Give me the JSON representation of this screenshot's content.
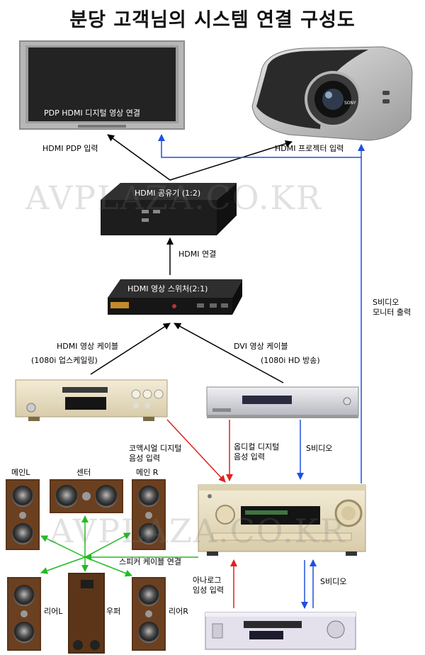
{
  "title": "분당 고객님의 시스템 연결 구성도",
  "watermark": "AVPLAZA.CO.KR",
  "devices": {
    "pdp_label": "PDP HDMI 디지털 영상 연결",
    "projector_brand": "SONY",
    "splitter_label": "HDMI 공유기 (1:2)",
    "switcher_label": "HDMI 영상 스위처(2:1)"
  },
  "connections": {
    "hdmi_pdp_input": "HDMI PDP 입력",
    "hdmi_projector_input": "HDMI 프로젝터 입력",
    "hdmi_link": "HDMI 연결",
    "svideo_monitor_out": "S비디오\n모니터 출력",
    "hdmi_video_cable": "HDMI 영상 케이블",
    "upscaling_note": "(1080i 업스케일링)",
    "dvi_video_cable": "DVI 영상 케이블",
    "hd_broadcast_note": "(1080i HD 방송)",
    "coaxial_audio_in": "코액시얼 디지털\n음성 입력",
    "optical_audio_in": "옵디컬 디지털\n음성 입력",
    "svideo_top": "S비디오",
    "speaker_cable": "스피커 케이블 연결",
    "analog_audio_in": "아나로그\n임성 입력",
    "svideo_bottom": "S비디오"
  },
  "speakers": {
    "main_left": "메인L",
    "center": "센터",
    "main_right": "메인 R",
    "rear_left": "리어L",
    "woofer": "우퍼",
    "rear_right": "리어R"
  },
  "colors": {
    "black_line": "#000000",
    "blue_line": "#1f4fe0",
    "red_line": "#e02020",
    "green_line": "#22bb22",
    "speaker_wood": "#5a3418",
    "gold_device": "#e9dfc2",
    "silver_device": "#cfd0d6",
    "dark_device": "#1c1c1c"
  }
}
